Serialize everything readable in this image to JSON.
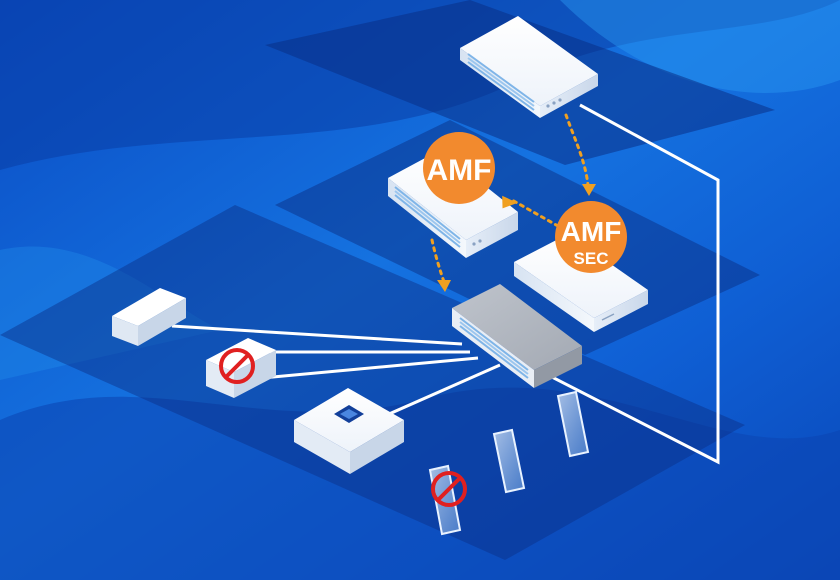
{
  "badges": {
    "amf": {
      "label": "AMF"
    },
    "amf_sec": {
      "label": "AMF",
      "sublabel": "SEC"
    }
  },
  "colors": {
    "background_dark": "#0638a8",
    "background_light": "#1e8cf0",
    "badge_orange": "#f28a2e",
    "dotted_arrow": "#f0a020",
    "blocked_red": "#e02020",
    "link_white": "#ffffff"
  },
  "icons": {
    "blocked": "no-entry-icon",
    "chip": "chip-icon"
  }
}
